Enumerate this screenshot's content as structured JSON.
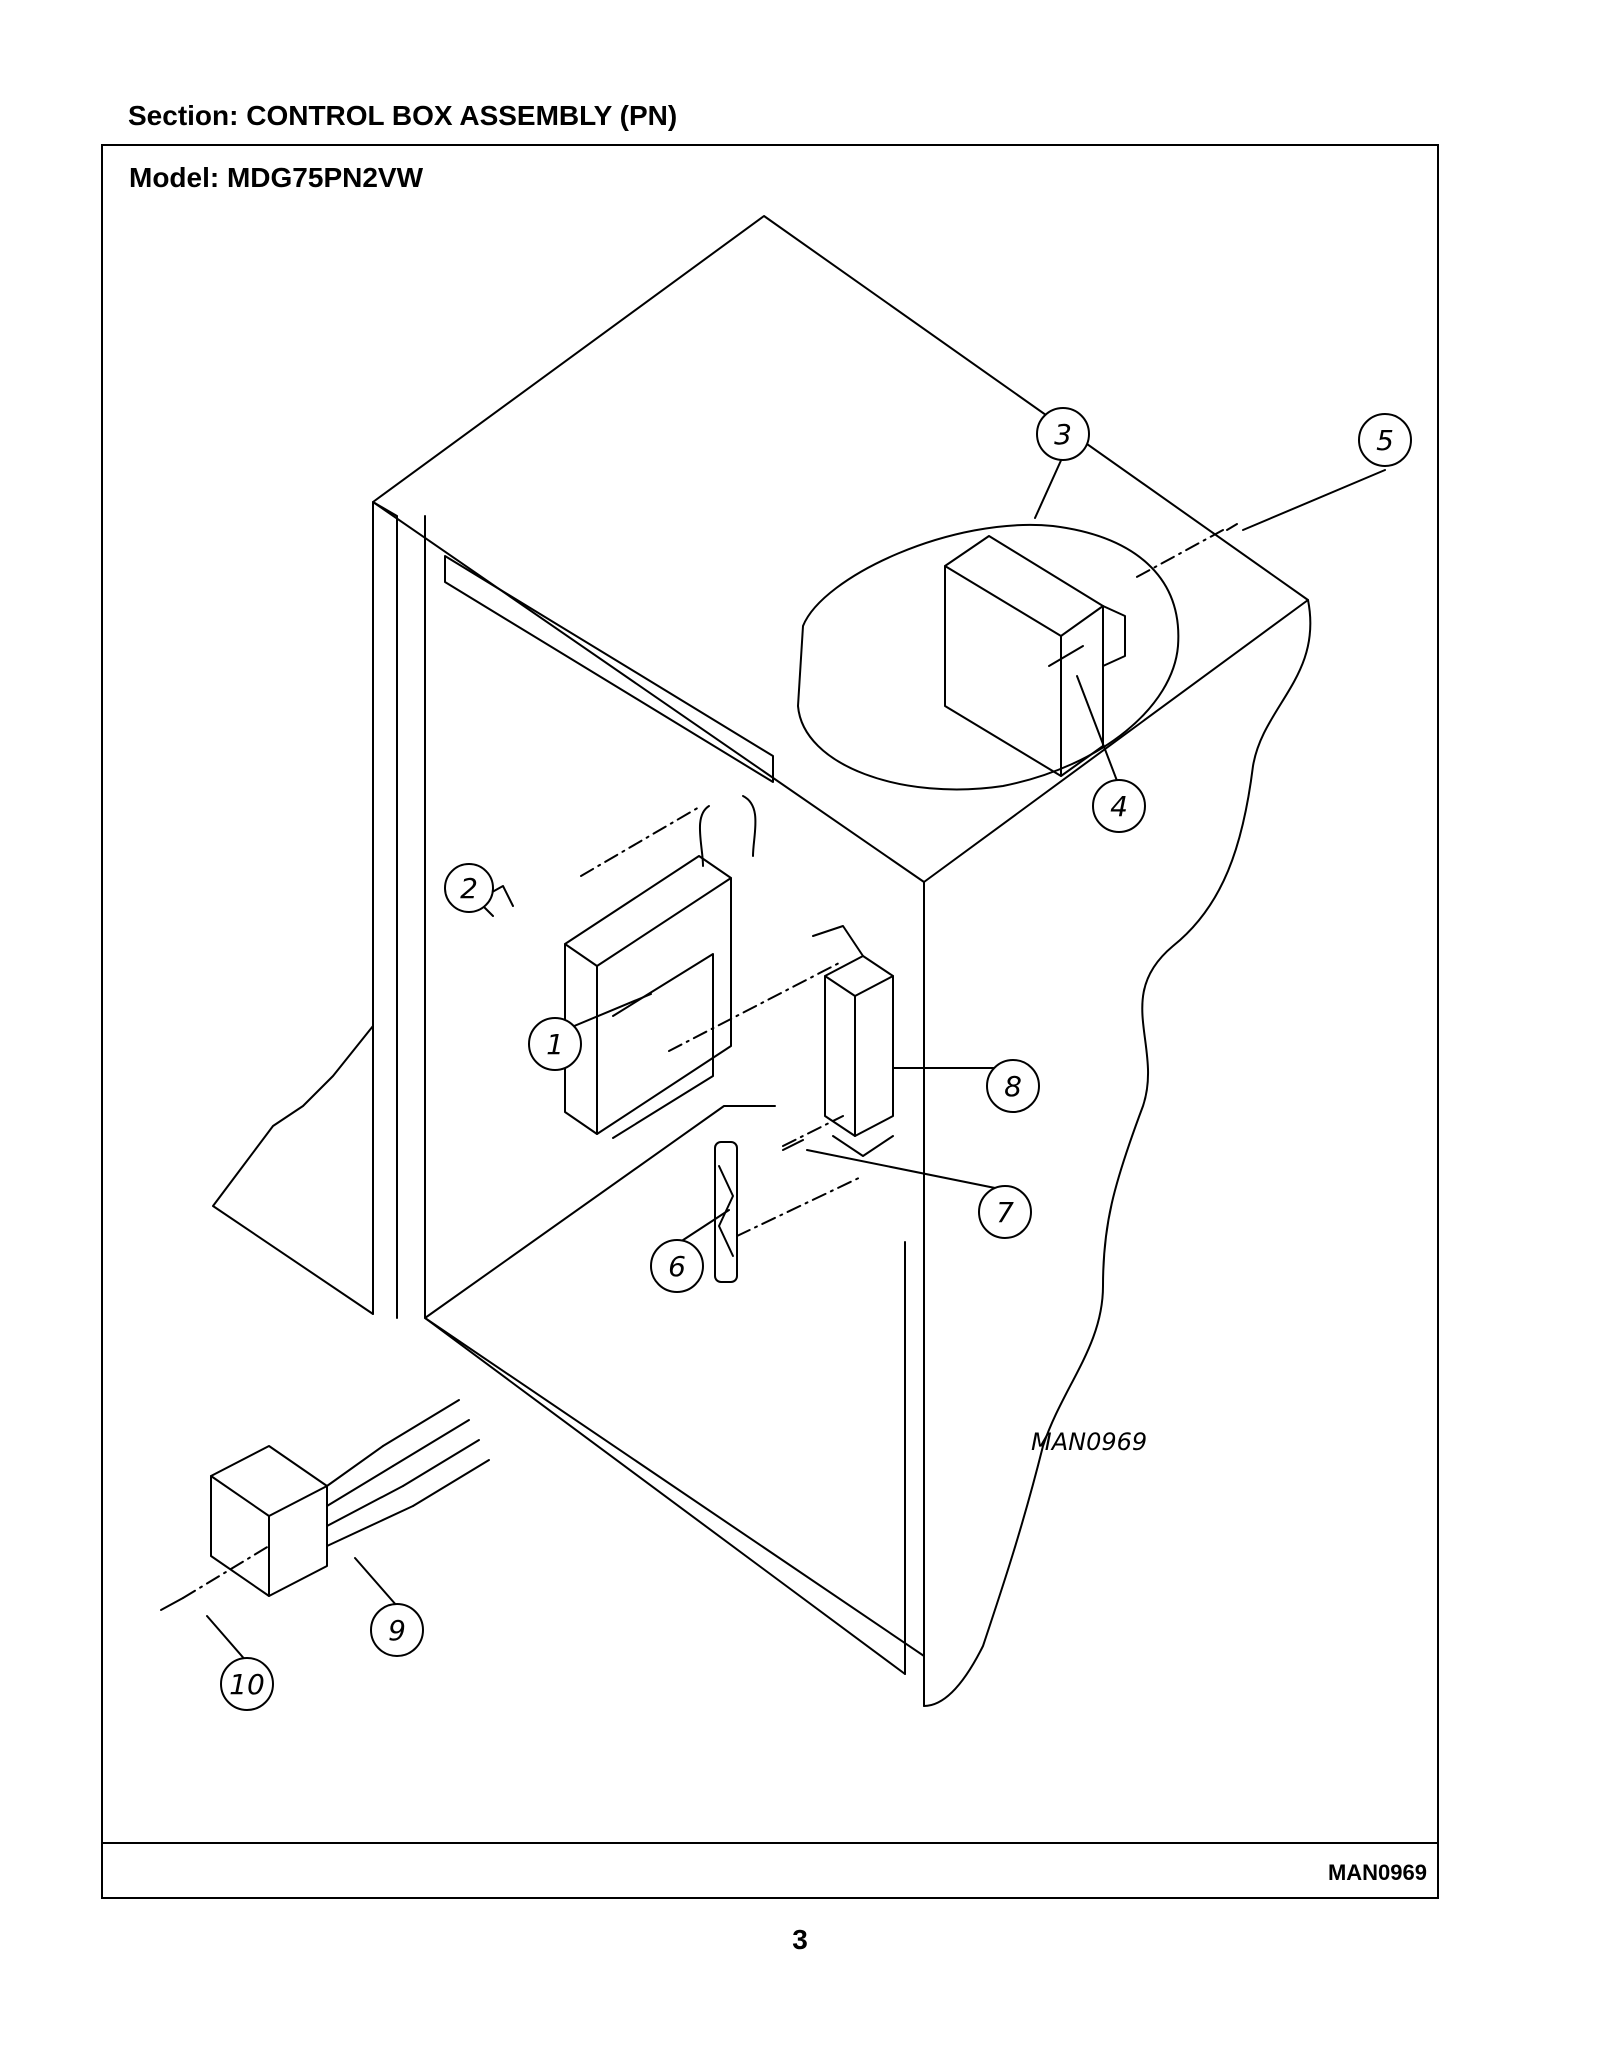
{
  "header": {
    "section_title": "Section:  CONTROL BOX ASSEMBLY (PN)"
  },
  "frame": {
    "model_title": "Model:  MDG75PN2VW",
    "footer_code": "MAN0969"
  },
  "diagram": {
    "drawing_code": "MAN0969",
    "callouts": [
      "1",
      "2",
      "3",
      "4",
      "5",
      "6",
      "7",
      "8",
      "9",
      "10"
    ]
  },
  "page": {
    "number": "3"
  }
}
